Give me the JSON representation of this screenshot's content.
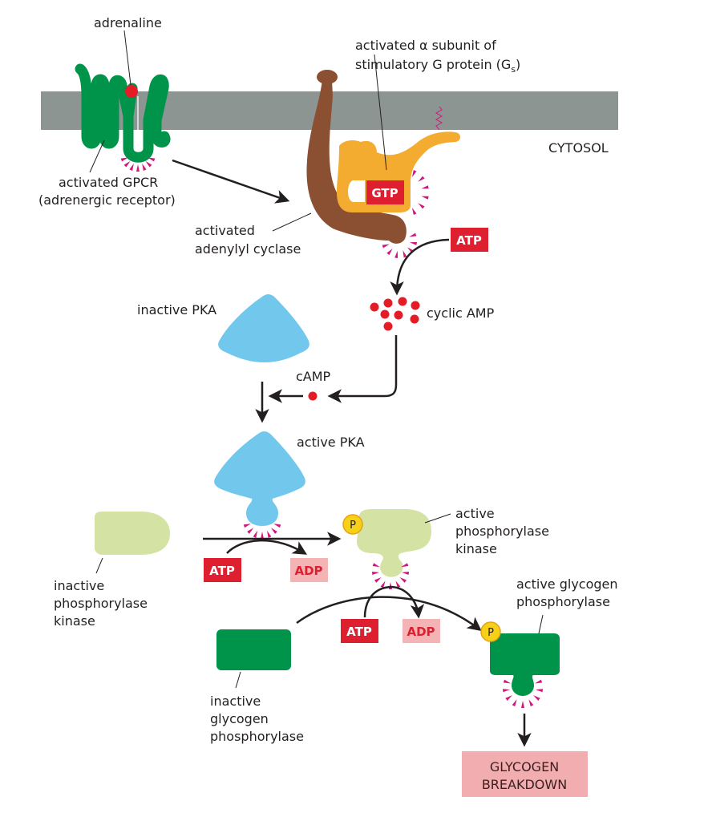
{
  "colors": {
    "membrane": "#8c9591",
    "gpcr": "#00934a",
    "adrenaline": "#e31c25",
    "adenylyl_cyclase": "#8b4f32",
    "g_protein": "#f3ab30",
    "pka": "#72c8ec",
    "phosphorylase_kinase": "#d4e3a4",
    "glycogen_phosphorylase": "#00934a",
    "atp_fill": "#dd1f2f",
    "adp_fill": "#f4b3b5",
    "adp_text": "#dd1f2f",
    "camp": "#e31c25",
    "activation_spikes": "#d2167d",
    "phosphate": "#f7d117",
    "outcome_box": "#f2adb0",
    "arrow": "#231f20"
  },
  "labels": {
    "adrenaline": "adrenaline",
    "gpcr_line1": "activated GPCR",
    "gpcr_line2": "(adrenergic receptor)",
    "gs_line1": "activated α subunit of",
    "gs_line2": "stimulatory G protein (G",
    "gs_sub": "s",
    "gs_close": ")",
    "cytosol": "CYTOSOL",
    "ac_line1": "activated",
    "ac_line2": "adenylyl cyclase",
    "gtp": "GTP",
    "atp": "ATP",
    "adp": "ADP",
    "cyclic_amp": "cyclic AMP",
    "inactive_pka": "inactive PKA",
    "camp": "cAMP",
    "active_pka": "active PKA",
    "inactive_pk_line1": "inactive",
    "inactive_pk_line2": "phosphorylase",
    "inactive_pk_line3": "kinase",
    "active_pk_line1": "active",
    "active_pk_line2": "phosphorylase",
    "active_pk_line3": "kinase",
    "active_gp_line1": "active glycogen",
    "active_gp_line2": "phosphorylase",
    "inactive_gp_line1": "inactive",
    "inactive_gp_line2": "glycogen",
    "inactive_gp_line3": "phosphorylase",
    "phosphate": "P",
    "outcome_line1": "GLYCOGEN",
    "outcome_line2": "BREAKDOWN"
  }
}
